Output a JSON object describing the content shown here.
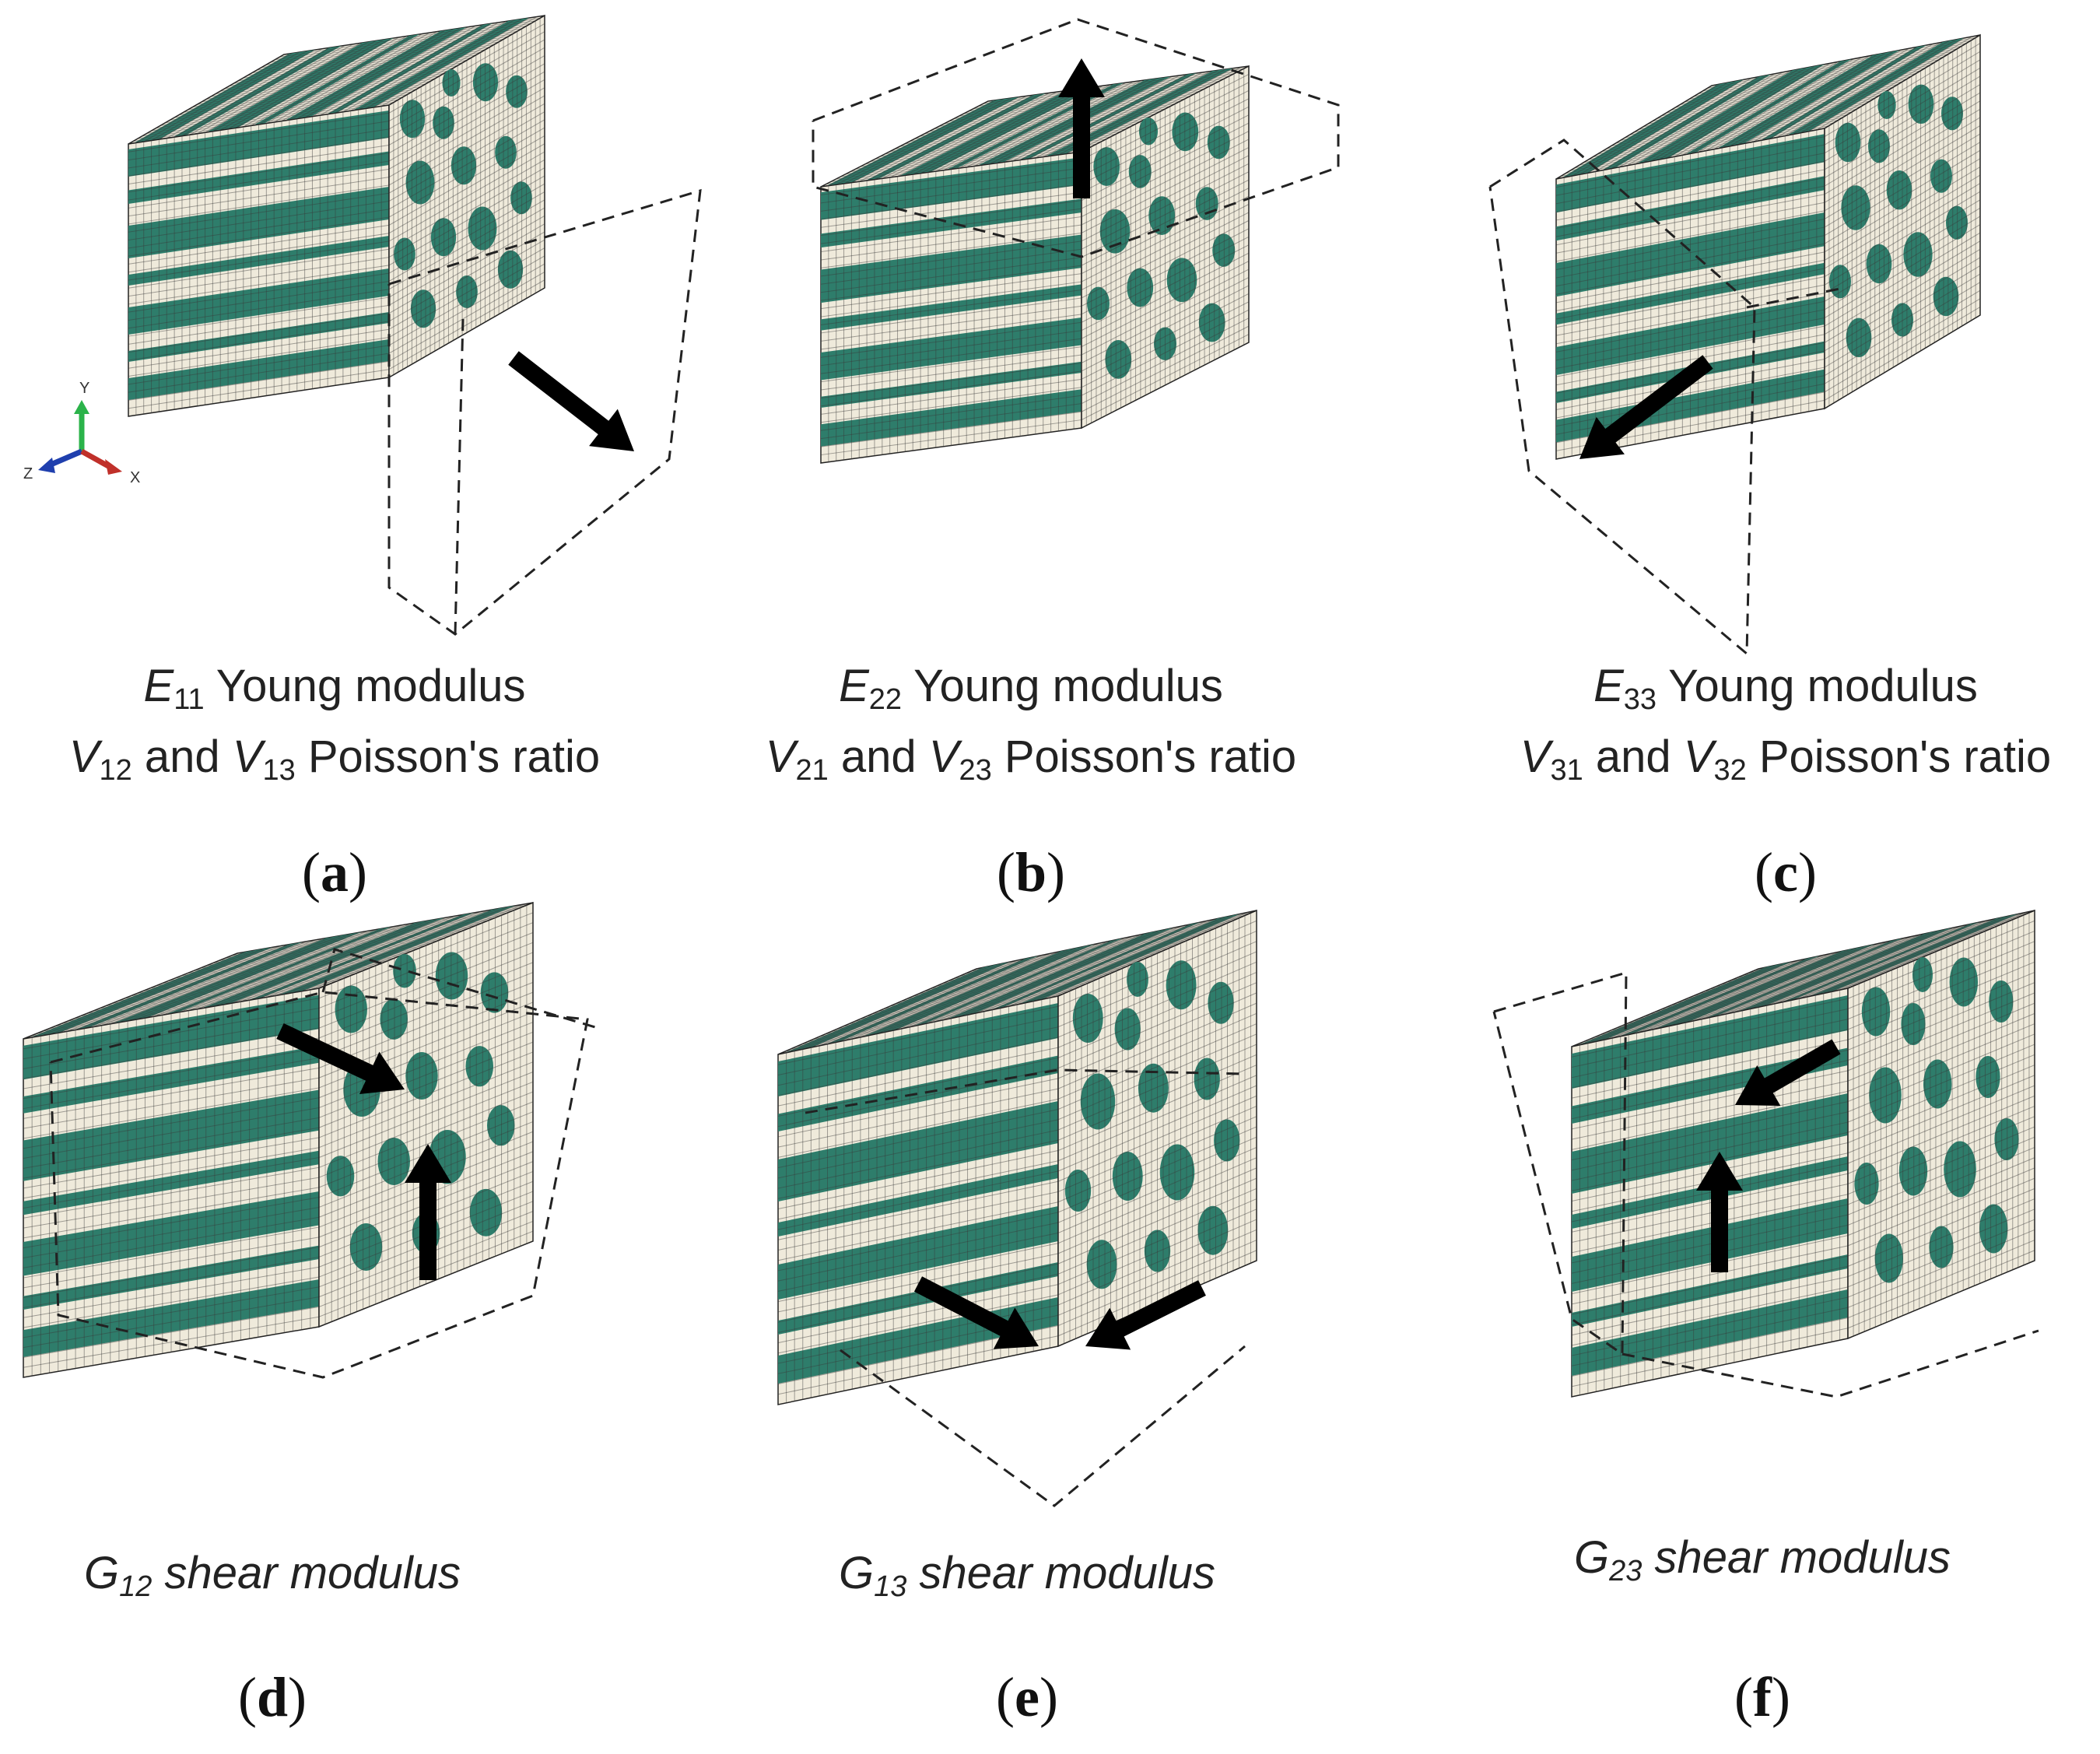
{
  "panels": [
    {
      "id": "a",
      "label": "a",
      "caption_lines": [
        [
          {
            "sym": "E",
            "sub": "11",
            "text": " Young modulus"
          }
        ],
        [
          {
            "sym": "V",
            "sub": "12",
            "text": " and "
          },
          {
            "sym": "V",
            "sub": "13",
            "text": " Poisson's ratio"
          }
        ]
      ],
      "load": "E11"
    },
    {
      "id": "b",
      "label": "b",
      "caption_lines": [
        [
          {
            "sym": "E",
            "sub": "22",
            "text": " Young modulus"
          }
        ],
        [
          {
            "sym": "V",
            "sub": "21",
            "text": " and "
          },
          {
            "sym": "V",
            "sub": "23",
            "text": " Poisson's ratio"
          }
        ]
      ],
      "load": "E22"
    },
    {
      "id": "c",
      "label": "c",
      "caption_lines": [
        [
          {
            "sym": "E",
            "sub": "33",
            "text": " Young modulus"
          }
        ],
        [
          {
            "sym": "V",
            "sub": "31",
            "text": " and "
          },
          {
            "sym": "V",
            "sub": "32",
            "text": " Poisson's ratio"
          }
        ]
      ],
      "load": "E33"
    },
    {
      "id": "d",
      "label": "d",
      "caption_lines": [
        [
          {
            "sym": "G",
            "sub": "12",
            "text": " shear modulus"
          }
        ]
      ],
      "load": "G12"
    },
    {
      "id": "e",
      "label": "e",
      "caption_lines": [
        [
          {
            "sym": "G",
            "sub": "13",
            "text": " shear modulus"
          }
        ]
      ],
      "load": "G13"
    },
    {
      "id": "f",
      "label": "f",
      "caption_lines": [
        [
          {
            "sym": "G",
            "sub": "23",
            "text": " shear modulus"
          }
        ]
      ],
      "load": "G23"
    }
  ],
  "axis_triad": {
    "labels": [
      "Y",
      "Z",
      "X"
    ],
    "colors": {
      "y": "#2bb34a",
      "z": "#1f3fae",
      "x": "#c0302a"
    }
  },
  "colors": {
    "fiber": "#2e7d6b",
    "matrix": "#efeadb",
    "mesh": "#3a3a3a",
    "arrow": "#000000",
    "frame": "#222222"
  }
}
